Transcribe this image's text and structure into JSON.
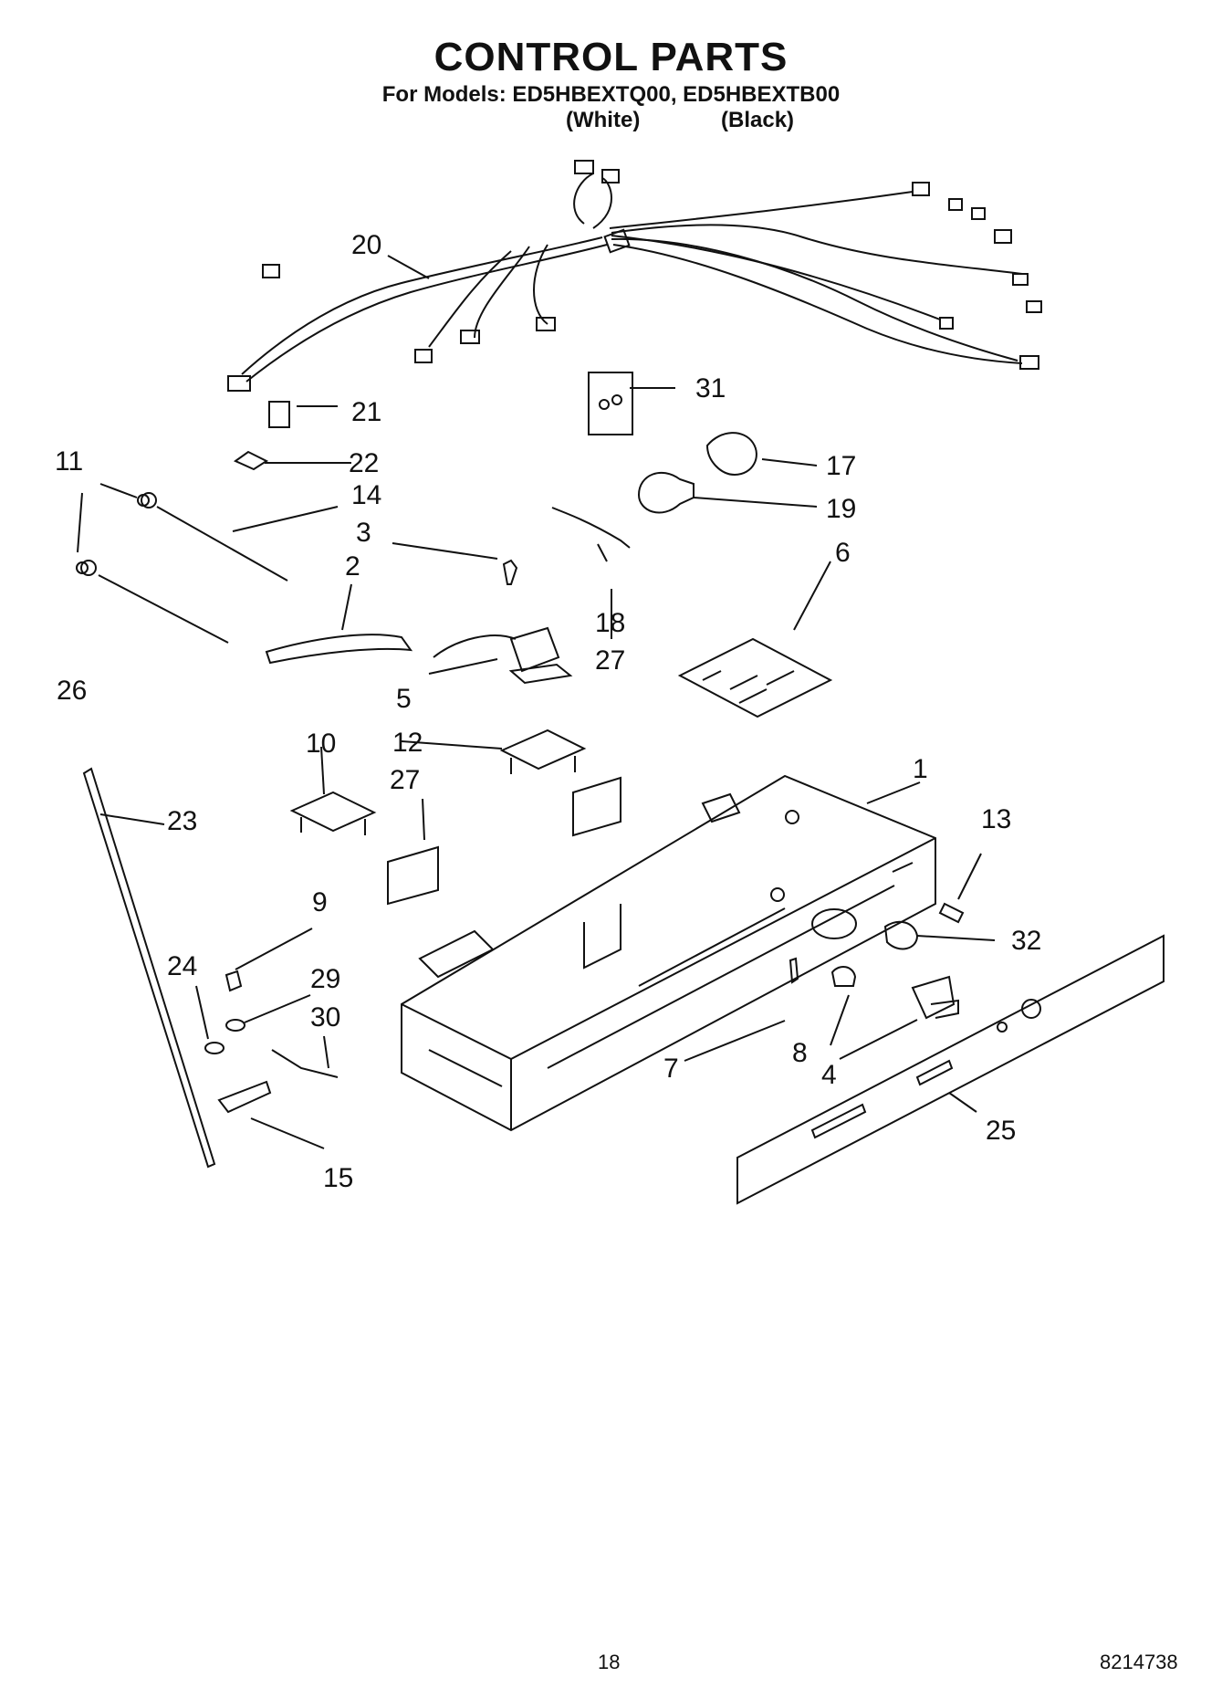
{
  "header": {
    "title": "CONTROL PARTS",
    "models_line": "For Models: ED5HBEXTQ00, ED5HBEXTB00",
    "variant_white": "(White)",
    "variant_black": "(Black)"
  },
  "callouts": [
    "1",
    "2",
    "3",
    "4",
    "5",
    "6",
    "7",
    "8",
    "9",
    "10",
    "11",
    "12",
    "13",
    "14",
    "15",
    "17",
    "18",
    "19",
    "20",
    "21",
    "22",
    "23",
    "24",
    "25",
    "26",
    "27",
    "27",
    "29",
    "30",
    "31",
    "32"
  ],
  "footer": {
    "page_number": "18",
    "document_number": "8214738"
  }
}
